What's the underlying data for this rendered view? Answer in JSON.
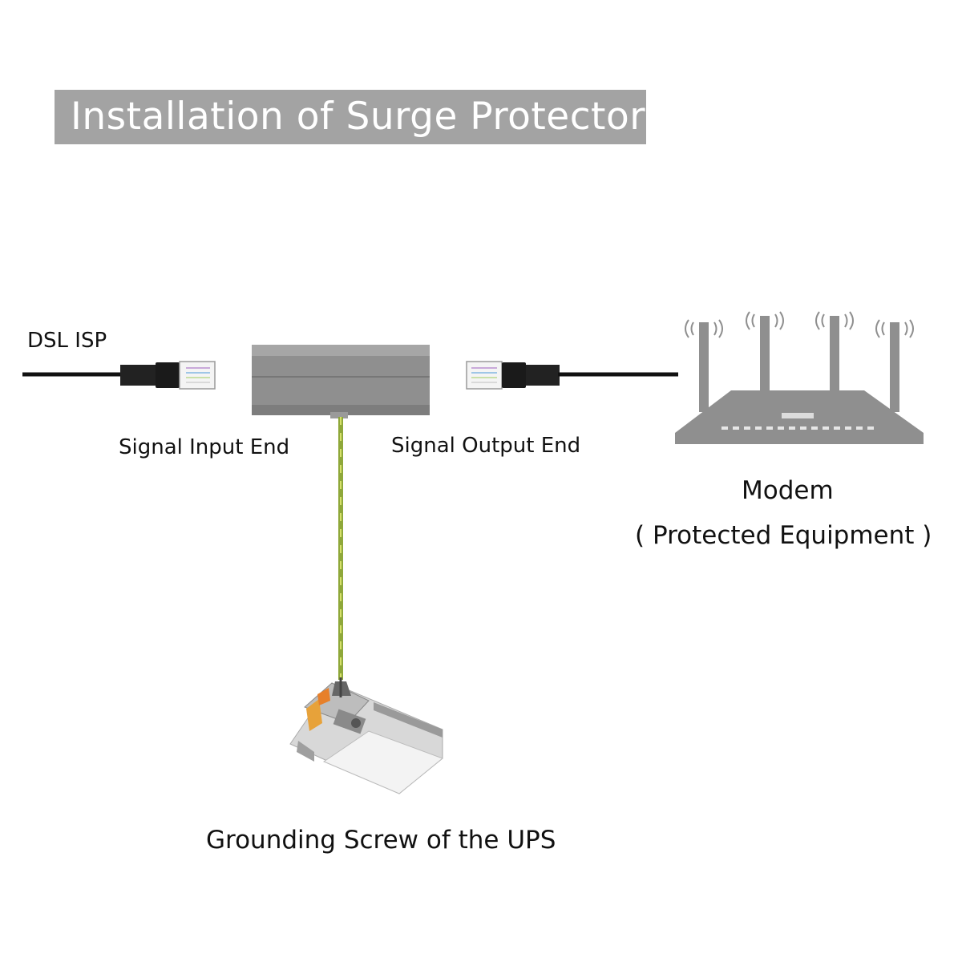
{
  "title": "Installation of Surge Protector",
  "labels": {
    "dsl_isp": "DSL ISP",
    "signal_input": "Signal Input End",
    "signal_output": "Signal Output End",
    "modem": "Modem",
    "protected_equipment": "( Protected Equipment )",
    "grounding": "Grounding Screw of the UPS"
  },
  "colors": {
    "title_background": "#a3a3a3",
    "title_text": "#ffffff",
    "device_gray": "#8f8f8f",
    "ground_wire": "#b7c94a"
  }
}
